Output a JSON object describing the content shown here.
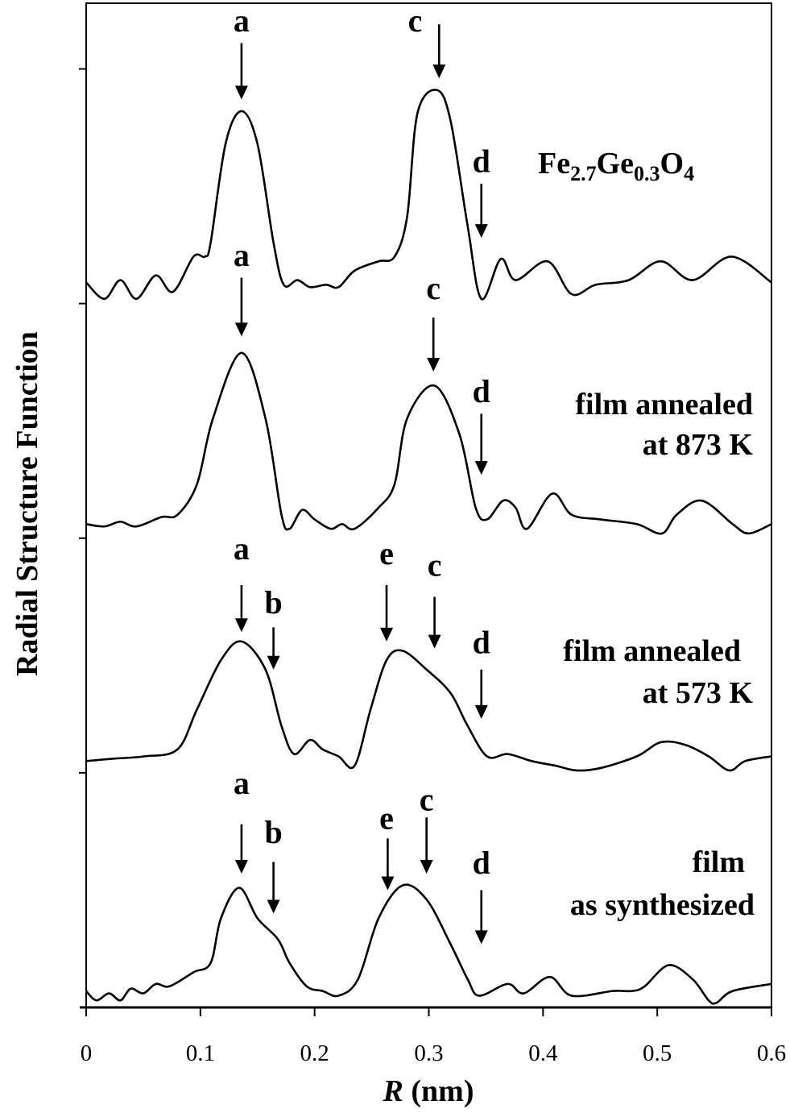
{
  "chart_data": {
    "type": "line",
    "title": "",
    "xlabel_italic": "R",
    "xlabel_rest": " (nm)",
    "ylabel": "Radial Structure Function",
    "xlim": [
      0,
      0.6
    ],
    "ylim": [
      0,
      42.8
    ],
    "xticks": [
      0,
      0.1,
      0.2,
      0.3,
      0.4,
      0.5,
      0.6
    ],
    "xtick_labels": [
      "0",
      "0.1",
      "0.2",
      "0.3",
      "0.4",
      "0.5",
      "0.6"
    ],
    "yticks": [
      10,
      20,
      30,
      40
    ],
    "grid": false,
    "series": [
      {
        "name": "Fe2.7Ge0.3O4",
        "name_parts": [
          "Fe",
          "2.7",
          "Ge",
          "0.3",
          "O",
          "4"
        ],
        "x": [
          0,
          0.016,
          0.03,
          0.044,
          0.061,
          0.076,
          0.094,
          0.104,
          0.109,
          0.122,
          0.136,
          0.15,
          0.164,
          0.173,
          0.185,
          0.196,
          0.21,
          0.221,
          0.235,
          0.256,
          0.27,
          0.281,
          0.29,
          0.307,
          0.319,
          0.334,
          0.346,
          0.363,
          0.376,
          0.404,
          0.425,
          0.446,
          0.475,
          0.503,
          0.531,
          0.565,
          0.6
        ],
        "y": [
          30.9,
          30.2,
          31.0,
          30.2,
          31.2,
          30.5,
          32.0,
          32.0,
          32.6,
          36.8,
          38.2,
          36.8,
          32.6,
          30.8,
          31.0,
          30.7,
          30.8,
          30.7,
          31.4,
          31.8,
          32.0,
          33.7,
          38.1,
          39.1,
          37.8,
          33.3,
          30.2,
          31.9,
          31.0,
          31.8,
          30.4,
          30.8,
          31.0,
          31.8,
          31.0,
          32.0,
          30.9
        ],
        "annotations": [
          {
            "label": "a",
            "label_x": 0.136,
            "label_y": 41.6,
            "arrow_x": 0.136,
            "tail_y": 41.1,
            "tip_y": 38.7
          },
          {
            "label": "c",
            "label_x": 0.288,
            "label_y": 41.6,
            "arrow_x": 0.309,
            "tail_y": 41.9,
            "tip_y": 39.6
          },
          {
            "label": "d",
            "label_x": 0.346,
            "label_y": 35.6,
            "arrow_x": 0.346,
            "tail_y": 35.1,
            "tip_y": 32.8
          }
        ]
      },
      {
        "name": "film annealed at 873 K",
        "name_lines": [
          "film annealed",
          "at 873 K"
        ],
        "x": [
          0,
          0.016,
          0.03,
          0.044,
          0.066,
          0.08,
          0.097,
          0.111,
          0.136,
          0.157,
          0.171,
          0.178,
          0.189,
          0.2,
          0.214,
          0.224,
          0.235,
          0.256,
          0.27,
          0.281,
          0.305,
          0.327,
          0.341,
          0.351,
          0.365,
          0.376,
          0.386,
          0.408,
          0.425,
          0.45,
          0.482,
          0.504,
          0.517,
          0.539,
          0.566,
          0.58,
          0.6
        ],
        "y": [
          20.6,
          20.5,
          20.7,
          20.5,
          20.9,
          21.0,
          22.3,
          25.1,
          27.9,
          25.1,
          21.0,
          20.4,
          21.2,
          20.8,
          20.4,
          20.6,
          20.4,
          21.3,
          22.3,
          25.1,
          26.5,
          24.4,
          21.3,
          20.8,
          21.6,
          21.3,
          20.4,
          21.9,
          21.0,
          20.8,
          20.6,
          20.2,
          21.0,
          21.6,
          20.6,
          20.2,
          20.6
        ],
        "annotations": [
          {
            "label": "a",
            "label_x": 0.136,
            "label_y": 31.6,
            "arrow_x": 0.136,
            "tail_y": 31.1,
            "tip_y": 28.6
          },
          {
            "label": "c",
            "label_x": 0.304,
            "label_y": 30.2,
            "arrow_x": 0.304,
            "tail_y": 29.4,
            "tip_y": 27.1
          },
          {
            "label": "d",
            "label_x": 0.346,
            "label_y": 25.8,
            "arrow_x": 0.346,
            "tail_y": 25.3,
            "tip_y": 22.7
          }
        ]
      },
      {
        "name": "film annealed at 573 K",
        "name_lines": [
          "film annealed",
          "at 573 K"
        ],
        "x": [
          0,
          0.023,
          0.051,
          0.08,
          0.097,
          0.118,
          0.136,
          0.157,
          0.171,
          0.182,
          0.196,
          0.207,
          0.221,
          0.235,
          0.249,
          0.263,
          0.277,
          0.298,
          0.319,
          0.334,
          0.351,
          0.369,
          0.39,
          0.411,
          0.429,
          0.45,
          0.482,
          0.503,
          0.524,
          0.545,
          0.563,
          0.577,
          0.6
        ],
        "y": [
          10.5,
          10.6,
          10.7,
          11.0,
          12.7,
          14.8,
          15.6,
          14.4,
          12.0,
          10.8,
          11.4,
          11.0,
          10.7,
          10.3,
          12.7,
          14.8,
          15.2,
          14.4,
          13.4,
          12.0,
          10.7,
          10.8,
          10.5,
          10.3,
          10.1,
          10.2,
          10.7,
          11.3,
          11.2,
          10.7,
          10.1,
          10.5,
          10.7
        ],
        "annotations": [
          {
            "label": "a",
            "label_x": 0.136,
            "label_y": 19.1,
            "arrow_x": 0.136,
            "tail_y": 18.0,
            "tip_y": 16.0
          },
          {
            "label": "b",
            "label_x": 0.164,
            "label_y": 16.8,
            "arrow_x": 0.164,
            "tail_y": 16.2,
            "tip_y": 14.4
          },
          {
            "label": "e",
            "label_x": 0.263,
            "label_y": 18.9,
            "arrow_x": 0.263,
            "tail_y": 18.0,
            "tip_y": 15.6
          },
          {
            "label": "c",
            "label_x": 0.305,
            "label_y": 18.4,
            "arrow_x": 0.305,
            "tail_y": 17.5,
            "tip_y": 15.3
          },
          {
            "label": "d",
            "label_x": 0.346,
            "label_y": 15.1,
            "arrow_x": 0.346,
            "tail_y": 14.4,
            "tip_y": 12.3
          }
        ]
      },
      {
        "name": "film as synthesized",
        "name_lines": [
          "film",
          "as synthesized"
        ],
        "x": [
          0,
          0.009,
          0.02,
          0.03,
          0.039,
          0.05,
          0.061,
          0.073,
          0.094,
          0.109,
          0.118,
          0.134,
          0.15,
          0.168,
          0.178,
          0.193,
          0.207,
          0.221,
          0.238,
          0.256,
          0.277,
          0.298,
          0.319,
          0.334,
          0.344,
          0.369,
          0.383,
          0.406,
          0.425,
          0.461,
          0.478,
          0.489,
          0.51,
          0.531,
          0.545,
          0.552,
          0.566,
          0.6
        ],
        "y": [
          0.7,
          0.3,
          0.6,
          0.3,
          0.8,
          0.6,
          1.0,
          0.9,
          1.5,
          1.9,
          3.8,
          5.1,
          3.8,
          2.9,
          1.9,
          0.9,
          0.7,
          0.5,
          1.2,
          3.8,
          5.2,
          4.6,
          2.7,
          1.2,
          0.5,
          1.0,
          0.6,
          1.3,
          0.5,
          0.7,
          0.7,
          0.9,
          1.8,
          1.2,
          0.3,
          0.2,
          0.7,
          1.0
        ],
        "annotations": [
          {
            "label": "a",
            "label_x": 0.136,
            "label_y": 9.1,
            "arrow_x": 0.136,
            "tail_y": 7.8,
            "tip_y": 5.7
          },
          {
            "label": "b",
            "label_x": 0.164,
            "label_y": 7.0,
            "arrow_x": 0.164,
            "tail_y": 6.2,
            "tip_y": 4.0
          },
          {
            "label": "e",
            "label_x": 0.263,
            "label_y": 7.6,
            "arrow_x": 0.264,
            "tail_y": 7.2,
            "tip_y": 5.0
          },
          {
            "label": "c",
            "label_x": 0.298,
            "label_y": 8.4,
            "arrow_x": 0.298,
            "tail_y": 8.1,
            "tip_y": 5.7
          },
          {
            "label": "d",
            "label_x": 0.346,
            "label_y": 5.7,
            "arrow_x": 0.346,
            "tail_y": 5.0,
            "tip_y": 2.7
          }
        ]
      }
    ]
  }
}
